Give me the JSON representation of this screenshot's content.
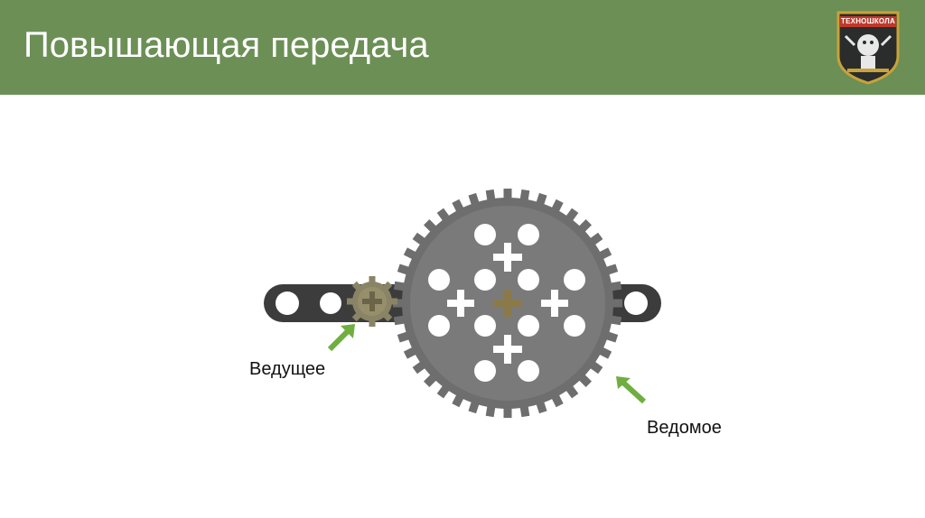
{
  "slide": {
    "title": "Повышающая передача",
    "logo_text": "ТЕХНОШКОЛА",
    "labels": {
      "driving": "Ведущее",
      "driven": "Ведомое"
    }
  },
  "colors": {
    "header": "#6b8f55",
    "arrow": "#6fae3f",
    "gear": "#6e6e6e",
    "beam": "#3c3c3c",
    "small_gear": "#8a8466"
  },
  "icons": [
    "gear-icon",
    "arrow-icon",
    "logo-icon"
  ]
}
